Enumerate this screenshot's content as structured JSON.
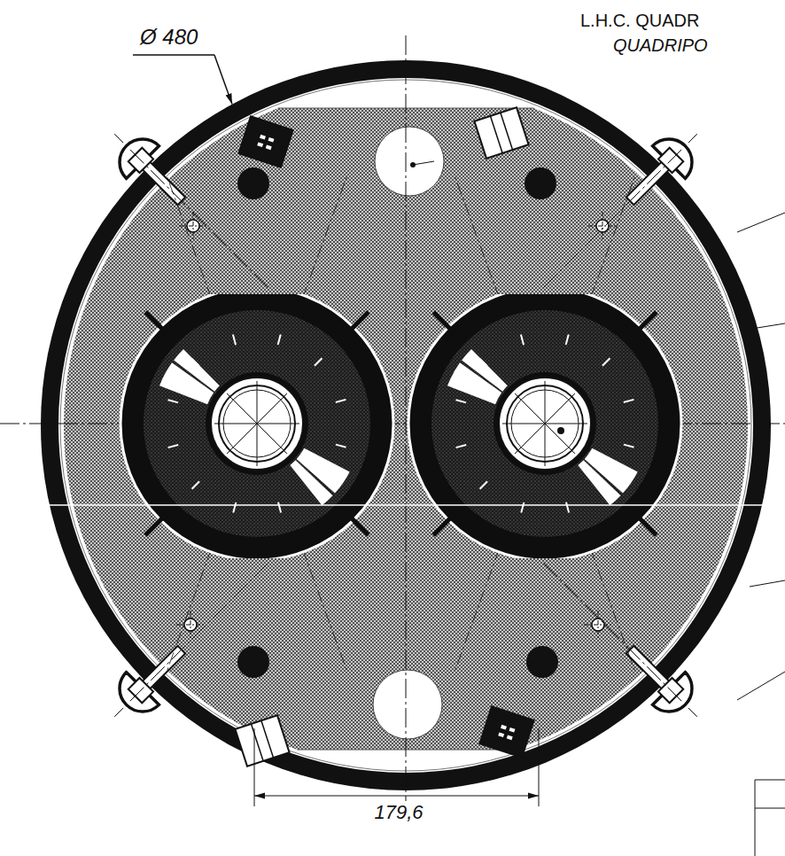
{
  "diagram": {
    "labels": [
      "Ø 480",
      "L.H.C. QUADR",
      "QUADRIPO",
      "179,6"
    ]
  }
}
